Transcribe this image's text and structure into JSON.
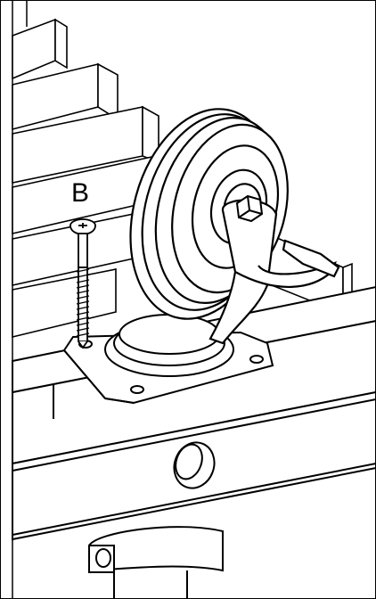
{
  "figure": {
    "callout_label": "B"
  },
  "colors": {
    "ink": "#000000",
    "paper": "#ffffff"
  },
  "parts": {
    "wheel": "caster-wheel",
    "fastener": "screw-b",
    "base": "swivel-plate",
    "frame": "frame-beam"
  }
}
